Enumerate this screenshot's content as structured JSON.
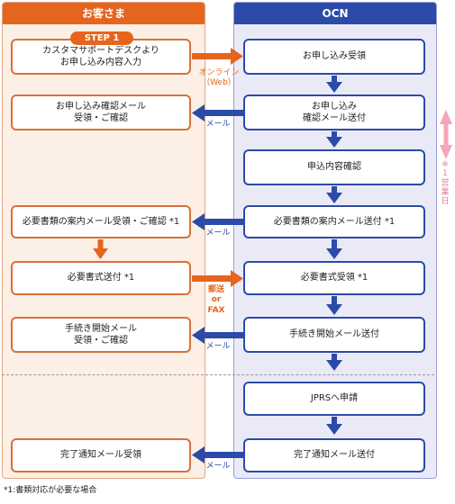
{
  "customer": {
    "header": "お客さま",
    "step": "STEP 1",
    "boxes": [
      "カスタマサポートデスクより\nお申し込み内容入力",
      "お申し込み確認メール\n受領・ご確認",
      "必要書類の案内メール受領・ご確認 *1",
      "必要書式送付 *1",
      "手続き開始メール\n受領・ご確認",
      "完了通知メール受領"
    ]
  },
  "ocn": {
    "header": "OCN",
    "boxes": [
      "お申し込み受領",
      "お申し込み\n確認メール送付",
      "申込内容確認",
      "必要書類の案内メール送付 *1",
      "必要書式受領 *1",
      "手続き開始メール送付",
      "JPRSへ申請",
      "完了通知メール送付"
    ]
  },
  "connectors": {
    "online": "オンライン\n（Web）",
    "mail": "メール",
    "post_fax": "郵送\nor\nFAX"
  },
  "business_day": "※\n1\n営\n業\n日",
  "footnote": "*1:書類対応が必要な場合",
  "colors": {
    "orange": "#e5651e",
    "blue": "#2c4ba8",
    "pink": "#f4a6b6"
  }
}
